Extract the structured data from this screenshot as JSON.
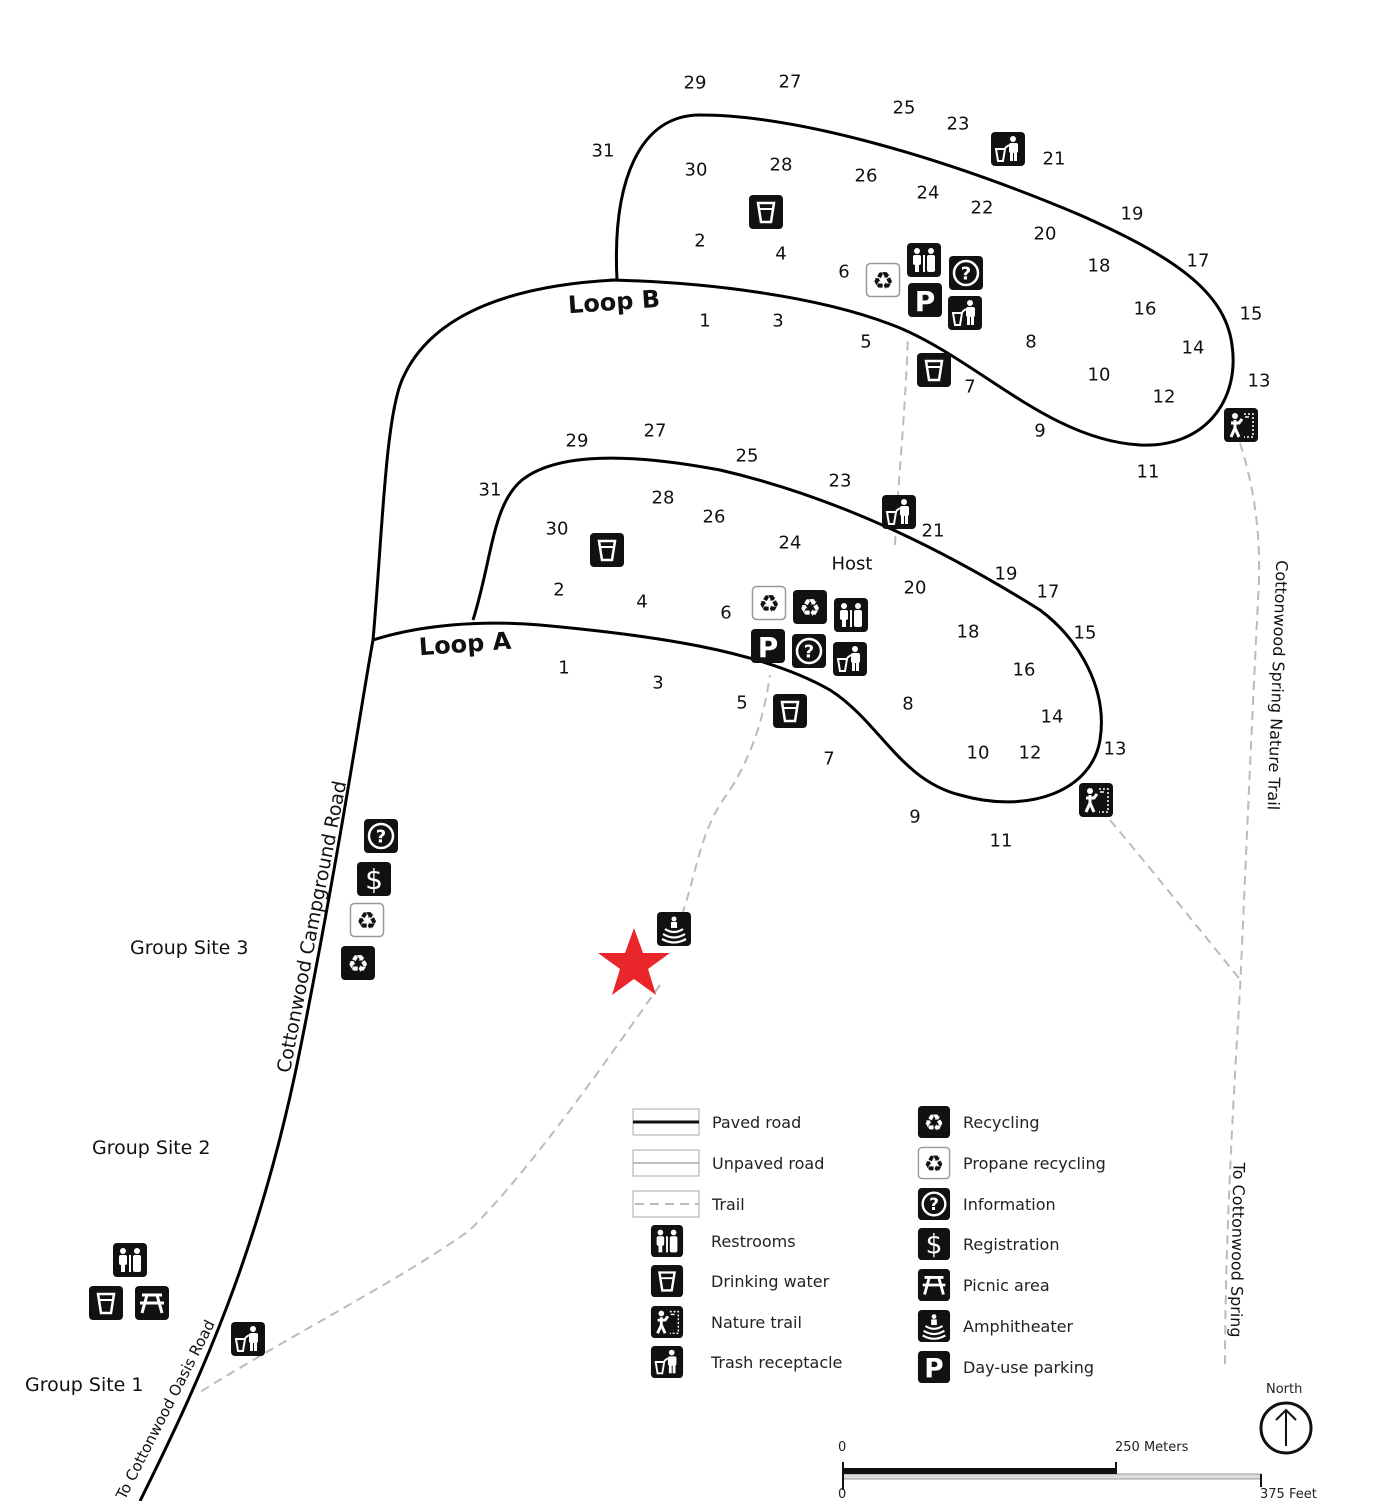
{
  "map": {
    "loop_b": {
      "label": "Loop B",
      "sites": [
        "29",
        "27",
        "25",
        "23",
        "21",
        "31",
        "30",
        "28",
        "26",
        "24",
        "22",
        "19",
        "2",
        "4",
        "20",
        "17",
        "6",
        "18",
        "16",
        "15",
        "1",
        "3",
        "5",
        "8",
        "14",
        "10",
        "13",
        "7",
        "12",
        "9",
        "11"
      ]
    },
    "loop_a": {
      "label": "Loop A",
      "sites": [
        "29",
        "27",
        "25",
        "23",
        "31",
        "28",
        "21",
        "30",
        "26",
        "24",
        "Host",
        "19",
        "17",
        "20",
        "2",
        "4",
        "6",
        "18",
        "15",
        "16",
        "1",
        "3",
        "5",
        "8",
        "14",
        "10",
        "12",
        "13",
        "7",
        "9",
        "11"
      ]
    },
    "road_labels": {
      "campground_road": "Cottonwood Campground Road",
      "oasis_road": "To Cottonwood Oasis Road",
      "nature_trail": "Cottonwood Spring Nature Trail",
      "spring": "To Cottonwood Spring"
    },
    "group_sites": [
      "Group Site 3",
      "Group Site 2",
      "Group Site 1"
    ],
    "marker_color": "#e8262b"
  },
  "legend": {
    "lines": [
      "Paved road",
      "Unpaved road",
      "Trail"
    ],
    "left_icons": [
      {
        "icon": "restrooms",
        "label": "Restrooms"
      },
      {
        "icon": "drinking-water",
        "label": "Drinking water"
      },
      {
        "icon": "nature-trail",
        "label": "Nature trail"
      },
      {
        "icon": "trash",
        "label": "Trash receptacle"
      }
    ],
    "right_icons": [
      {
        "icon": "recycling",
        "label": "Recycling"
      },
      {
        "icon": "propane",
        "label": "Propane recycling"
      },
      {
        "icon": "info",
        "label": "Information"
      },
      {
        "icon": "registration",
        "label": "Registration"
      },
      {
        "icon": "picnic",
        "label": "Picnic area"
      },
      {
        "icon": "amphitheater",
        "label": "Amphitheater"
      },
      {
        "icon": "parking",
        "label": "Day-use parking"
      }
    ]
  },
  "scale": {
    "zero_top": "0",
    "meters": "250 Meters",
    "zero_bottom": "0",
    "feet": "375 Feet"
  },
  "north": "North"
}
